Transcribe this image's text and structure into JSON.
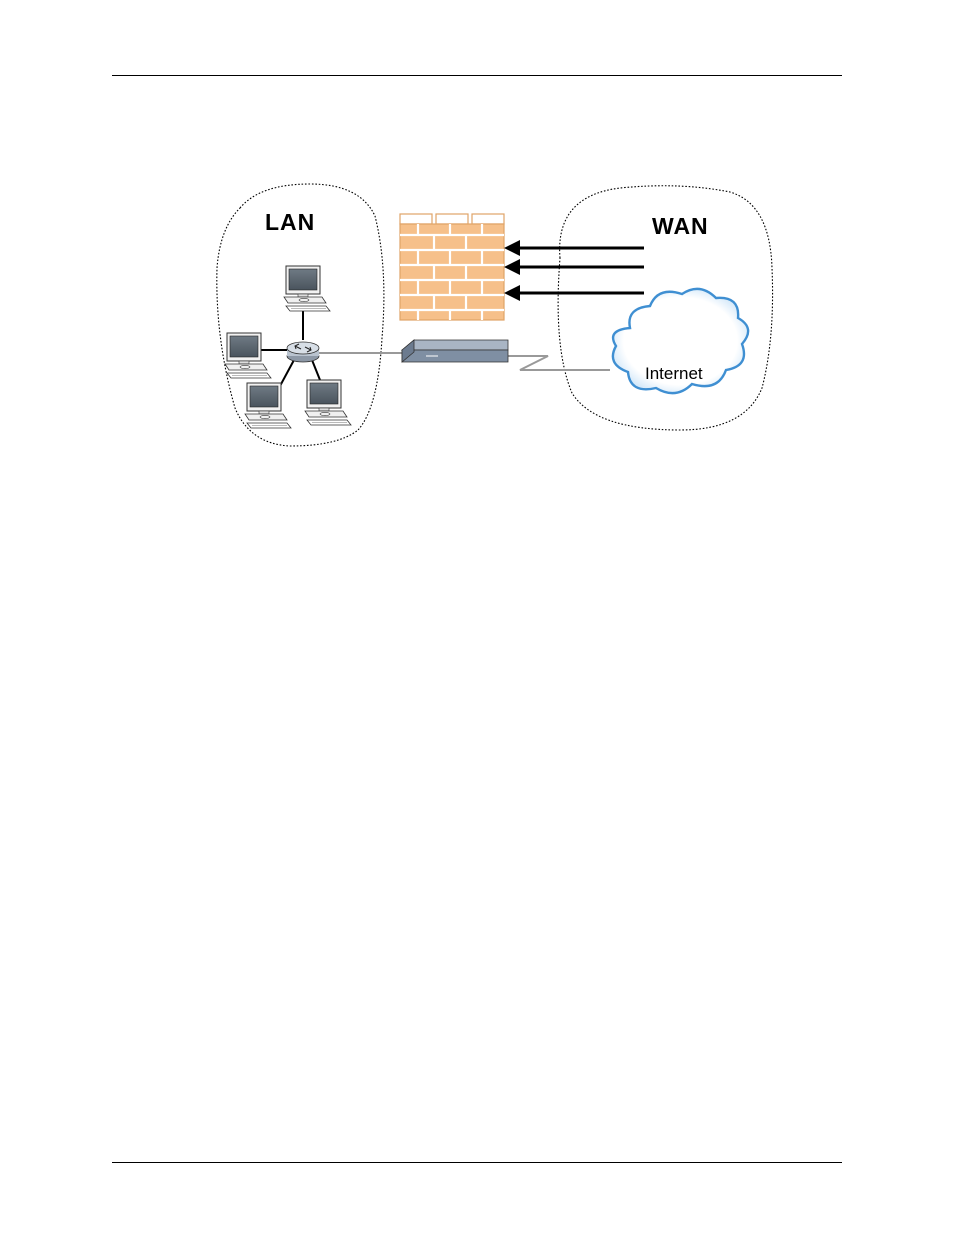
{
  "diagram": {
    "lan_label": "LAN",
    "wan_label": "WAN",
    "internet_label": "Internet",
    "colors": {
      "firewall_brick": "#F6C08A",
      "firewall_mortar": "#FFFFFF",
      "firewall_edge": "#E8A060",
      "device_body": "#7F8FA3",
      "device_top": "#A9B5C4",
      "cable": "#999999",
      "cloud_fill": "#FFFFFF",
      "cloud_edge": "#3F8FD2",
      "monitor_screen": "#5B6670",
      "arrow": "#000000"
    },
    "icons": [
      "computer-icon",
      "hub-icon",
      "firewall-icon",
      "router-icon",
      "cloud-icon",
      "arrow-icon"
    ]
  }
}
